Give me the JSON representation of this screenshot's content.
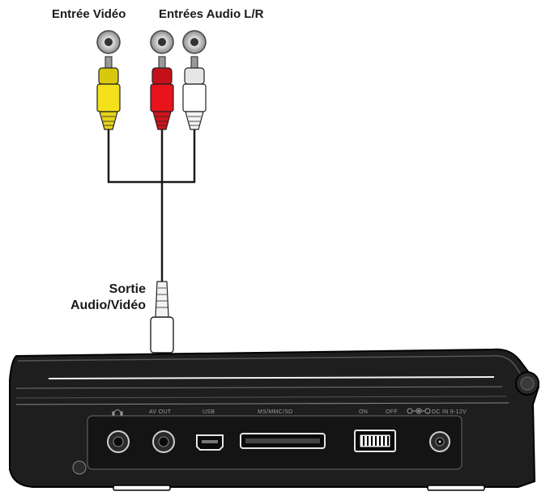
{
  "labels": {
    "video_in": "Entrée Vidéo",
    "audio_in": "Entrées Audio L/R",
    "av_out_line1": "Sortie",
    "av_out_line2": "Audio/Vidéo"
  },
  "ports": {
    "headphone": "",
    "av_out": "AV OUT",
    "usb": "USB",
    "card": "MS/MMC/SD",
    "on": "ON",
    "off": "OFF",
    "dc_in": "DC IN 9-12V"
  },
  "plug_colors": {
    "video": "#f4e01b",
    "audio_left": "#e8131b",
    "audio_right": "#ffffff"
  }
}
